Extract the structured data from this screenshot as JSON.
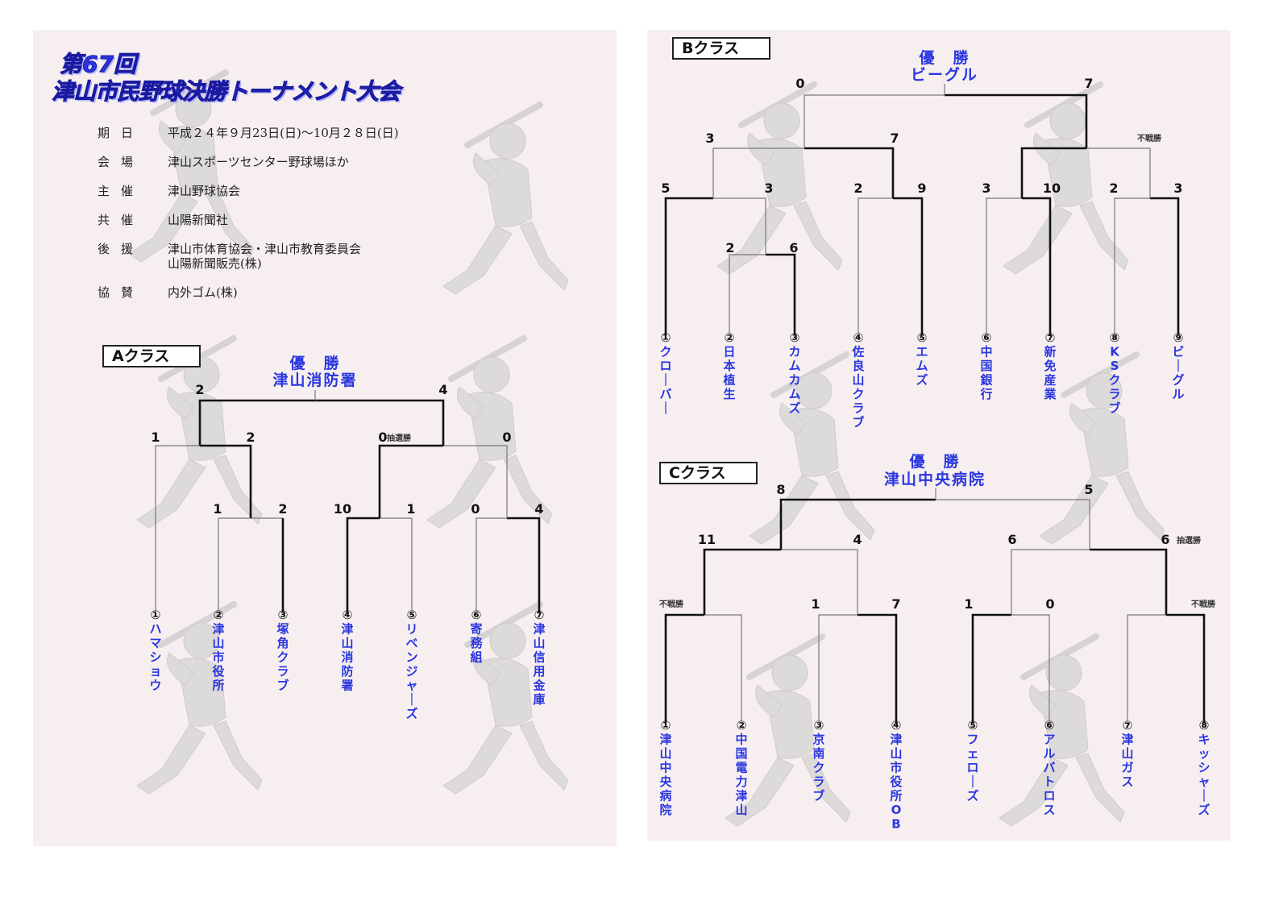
{
  "header": {
    "title_line1": "第67回",
    "title_line2": "津山市民野球決勝トーナメント大会"
  },
  "info": [
    {
      "label": "期日",
      "value": "平成２４年９月23日(日)～10月２８日(日)"
    },
    {
      "label": "会場",
      "value": "津山スポーツセンター野球場ほか"
    },
    {
      "label": "主催",
      "value": "津山野球協会"
    },
    {
      "label": "共催",
      "value": "山陽新聞社"
    },
    {
      "label": "後援",
      "value": "津山市体育協会・津山市教育委員会",
      "value2": "山陽新聞販売(株)"
    },
    {
      "label": "協賛",
      "value": "内外ゴム(株)"
    }
  ],
  "classA": {
    "label": "Aクラス",
    "winner_label": "優　勝",
    "winner_team": "津山消防署",
    "teams": [
      "①ハマショウ",
      "②津山市役所",
      "③塚角クラブ",
      "④津山消防署",
      "⑤リベンジャーズ",
      "⑥寄務組",
      "⑦津山信用金庫"
    ],
    "scores": [
      "2",
      "4",
      "1",
      "2",
      "0",
      "0",
      "1",
      "2",
      "10",
      "1",
      "0",
      "4"
    ],
    "notes": [
      "抽選勝"
    ]
  },
  "classB": {
    "label": "Bクラス",
    "winner_label": "優　勝",
    "winner_team": "ビーグル",
    "teams": [
      "①クローバー",
      "②日本植生",
      "③カムカムズ",
      "④佐良山クラブ",
      "⑤エムズ",
      "⑥中国銀行",
      "⑦新免産業",
      "⑧KSクラブ",
      "⑨ビーグル"
    ],
    "scores": [
      "0",
      "7",
      "3",
      "7",
      "5",
      "3",
      "2",
      "9",
      "3",
      "10",
      "2",
      "3",
      "2",
      "6"
    ],
    "notes": [
      "不戦勝"
    ]
  },
  "classC": {
    "label": "Cクラス",
    "winner_label": "優　勝",
    "winner_team": "津山中央病院",
    "teams": [
      "①津山中央病院",
      "②中国電力津山",
      "③京南クラブ",
      "④津山市役所OB",
      "⑤フェローズ",
      "⑥アルバトロス",
      "⑦津山ガス",
      "⑧キッシャーズ"
    ],
    "scores": [
      "8",
      "5",
      "11",
      "4",
      "6",
      "6",
      "1",
      "7",
      "1",
      "0"
    ],
    "notes": [
      "抽選勝",
      "不戦勝",
      "不戦勝"
    ]
  },
  "colors": {
    "title_blue": "#2a36e0",
    "team_blue": "#2a36e0",
    "panel_bg": "#f7efef"
  }
}
